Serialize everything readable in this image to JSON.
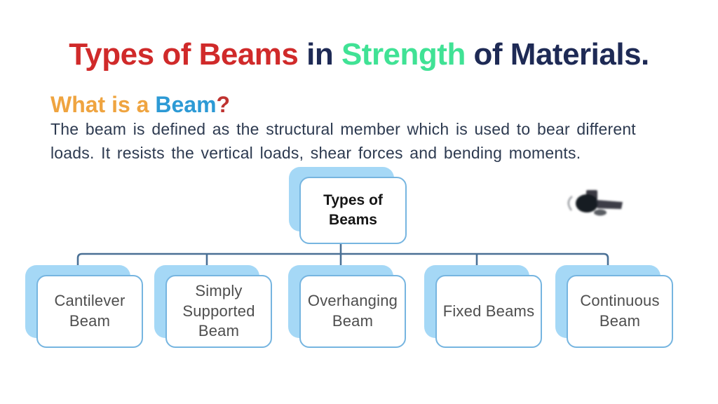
{
  "page": {
    "background_color": "#ffffff"
  },
  "title": {
    "segments": [
      {
        "text": "Types of Beams ",
        "color": "#d02a2a"
      },
      {
        "text": "in ",
        "color": "#1e2a55"
      },
      {
        "text": "Strength ",
        "color": "#40e295"
      },
      {
        "text": "of Materials.",
        "color": "#1e2a55"
      }
    ]
  },
  "heading": {
    "segments": [
      {
        "text": "What is a ",
        "color": "#efa440"
      },
      {
        "text": "Beam",
        "color": "#2d9ad5"
      },
      {
        "text": "?",
        "color": "#bf3330"
      }
    ]
  },
  "paragraph": {
    "text": "The beam is defined as the structural member which is used to bear different loads. It resists the vertical loads, shear forces and bending moments."
  },
  "diagram": {
    "root": {
      "label": "Types of Beams"
    },
    "children": [
      {
        "label": "Cantilever Beam"
      },
      {
        "label": "Simply Supported Beam"
      },
      {
        "label": "Overhanging Beam"
      },
      {
        "label": "Fixed Beams"
      },
      {
        "label": "Continuous Beam"
      }
    ],
    "colors": {
      "node_fill": "#a5d8f6",
      "node_border": "#76b5e0",
      "card_fill": "#ffffff",
      "connector": "#4a7095",
      "root_text": "#161616",
      "child_text": "#4e4e4e"
    }
  }
}
